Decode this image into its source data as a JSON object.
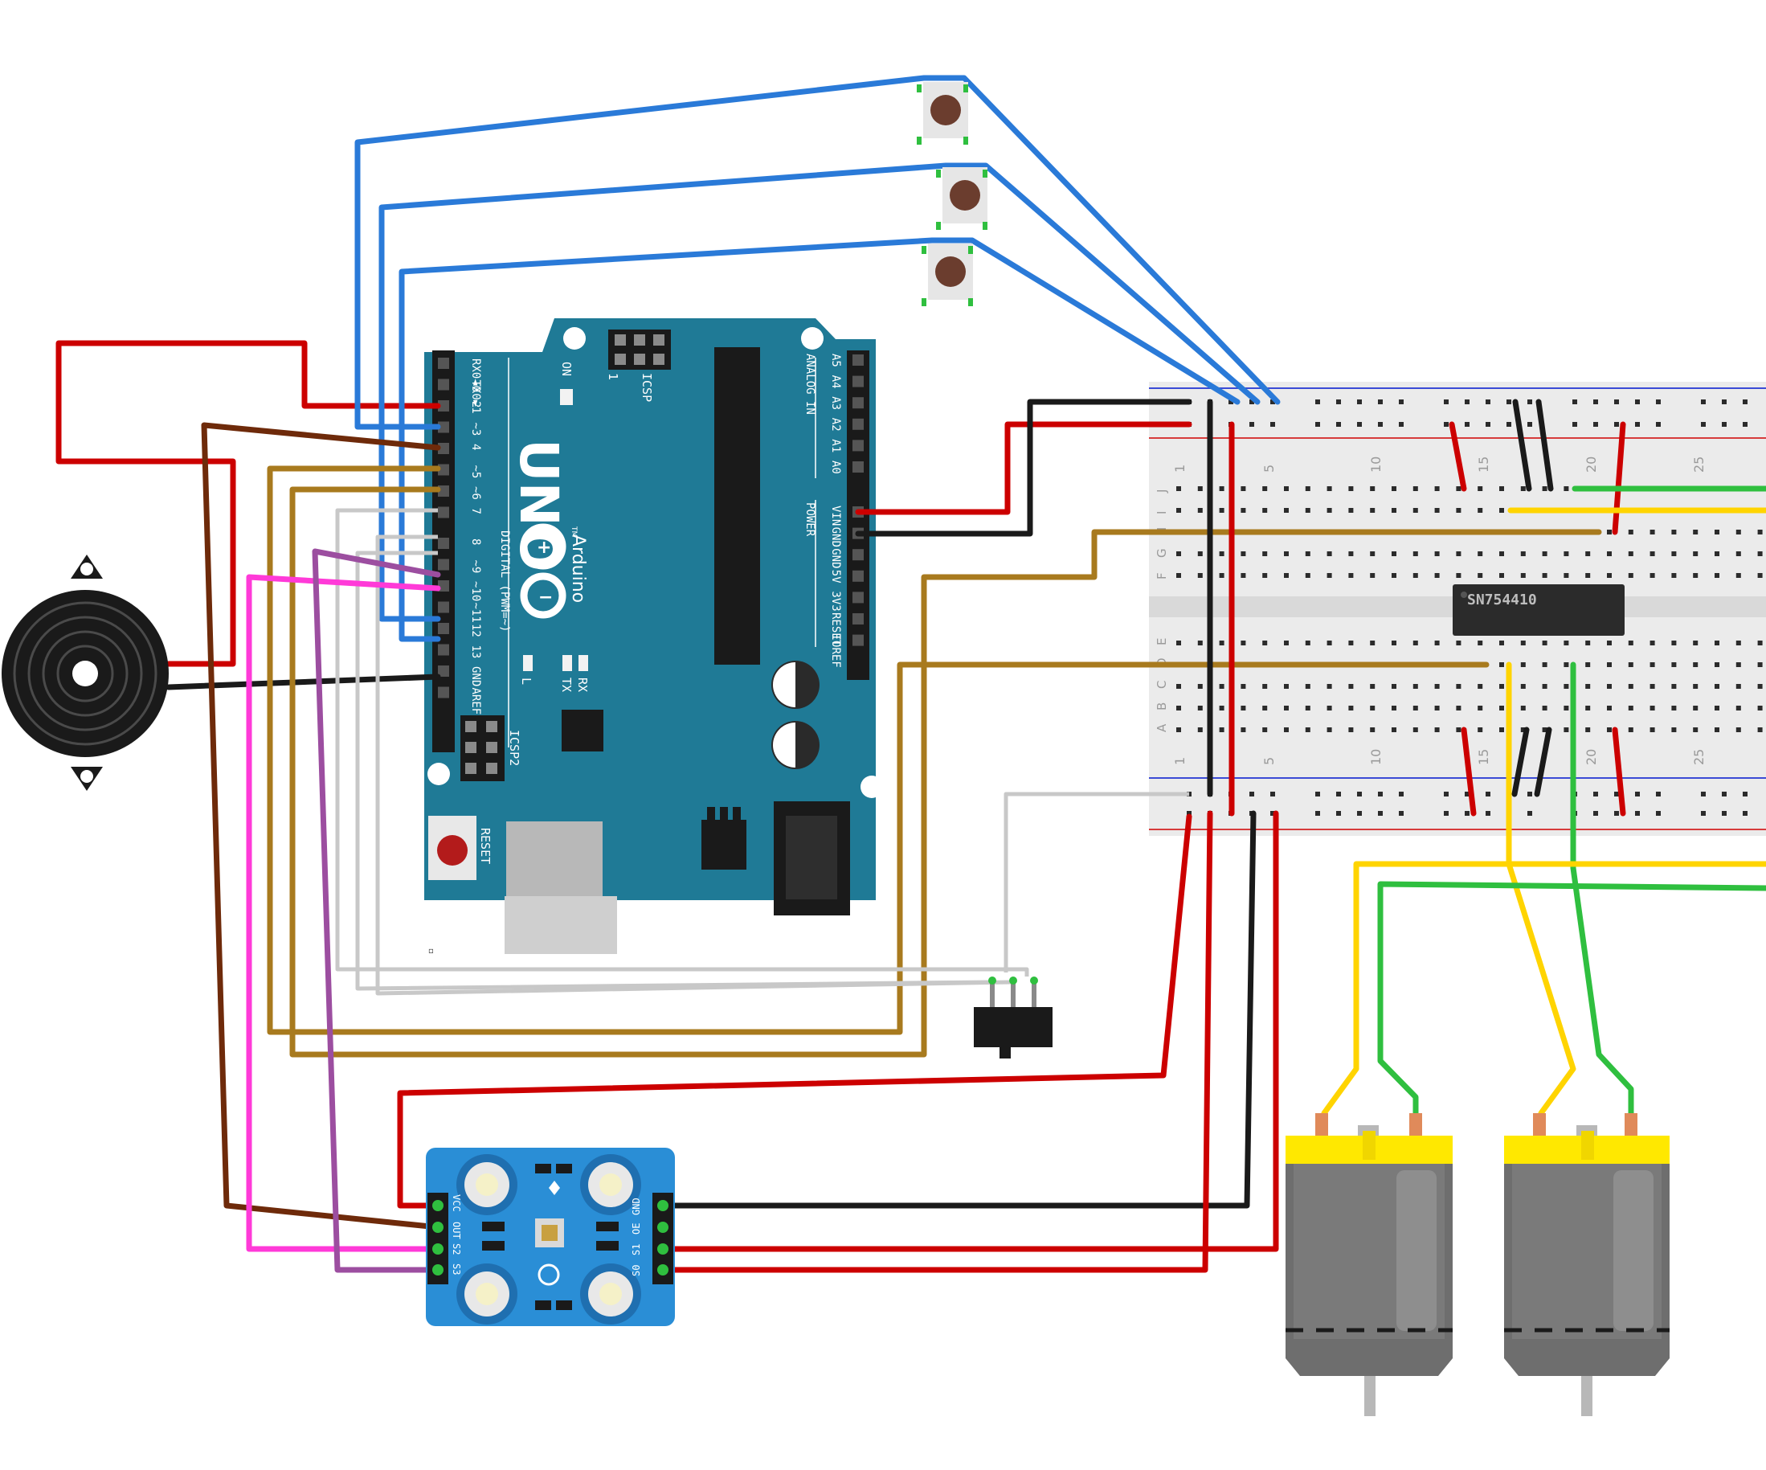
{
  "arduino": {
    "model": "UNO",
    "brand": "Arduino",
    "trademark": "TM",
    "digital_header": "DIGITAL (PWM=~)",
    "digital_pins": [
      "RX0◄0",
      "TX0►1",
      "2",
      "~3",
      "4",
      "~5",
      "~6",
      "7",
      "8",
      "~9",
      "~10",
      "~11",
      "12",
      "13",
      "GND",
      "AREF"
    ],
    "analog_header": "ANALOG IN",
    "analog_pins": [
      "A5",
      "A4",
      "A3",
      "A2",
      "A1",
      "A0"
    ],
    "power_header": "POWER",
    "power_pins": [
      "VIN",
      "GND",
      "GND",
      "5V",
      "3V3",
      "RESET",
      "IOREF"
    ],
    "icsp_top": "ICSP",
    "icsp_one": "1",
    "icsp2": "ICSP2",
    "on_label": "ON",
    "led_l": "L",
    "led_tx": "TX",
    "led_rx": "RX",
    "reset_label": "RESET"
  },
  "breadboard": {
    "column_numbers": [
      "1",
      "5",
      "10",
      "15",
      "20",
      "25"
    ],
    "row_letters_top": [
      "J",
      "I",
      "H",
      "G",
      "F"
    ],
    "row_letters_bottom": [
      "E",
      "D",
      "C",
      "B",
      "A"
    ]
  },
  "chip": {
    "label": "SN754410"
  },
  "color_sensor": {
    "left_pins": [
      "VCC",
      "OUT",
      "S2",
      "S3"
    ],
    "right_pins": [
      "GND",
      "OE",
      "S1",
      "S0"
    ]
  },
  "colors": {
    "wire_red": "#cc0000",
    "wire_black": "#1a1a1a",
    "wire_blue": "#2a7ad8",
    "wire_brown_dark": "#6e2a0a",
    "wire_gold": "#a87a1e",
    "wire_pink": "#ff3ad8",
    "wire_purple": "#9c4ea0",
    "wire_white": "#c8c8c8",
    "wire_yellow": "#ffd400",
    "wire_green": "#2fbf3f",
    "arduino_board": "#1f7a96",
    "sensor_board": "#2a8ed6",
    "motor_cap": "#ffe800",
    "motor_body": "#6e6e6e"
  },
  "icons": {
    "buzzer": "piezo-buzzer-icon",
    "button": "tactile-pushbutton-icon",
    "switch": "slide-switch-icon",
    "motor": "dc-motor-icon",
    "led": "led-icon"
  }
}
